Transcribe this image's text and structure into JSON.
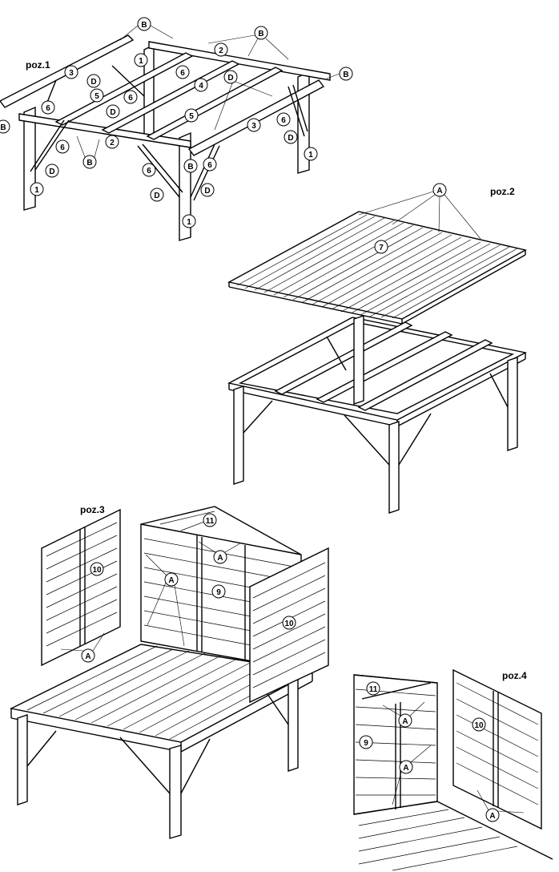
{
  "panels": {
    "poz1": "poz.1",
    "poz2": "poz.2",
    "poz3": "poz.3",
    "poz4": "poz.4"
  },
  "labels": {
    "one": "1",
    "two": "2",
    "three": "3",
    "four": "4",
    "five": "5",
    "six": "6",
    "seven": "7",
    "nine": "9",
    "ten": "10",
    "eleven": "11",
    "A": "A",
    "B": "B",
    "D": "D"
  }
}
